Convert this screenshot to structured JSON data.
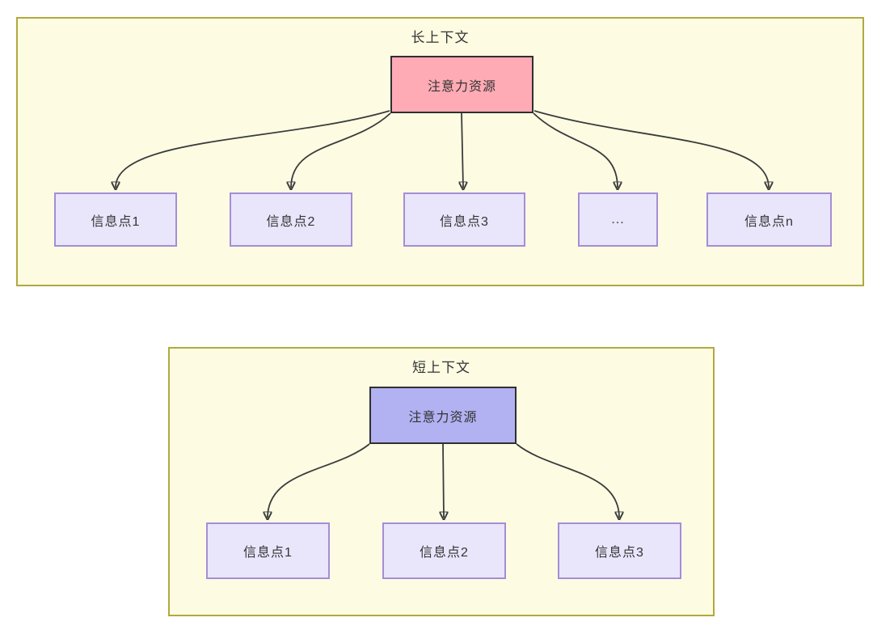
{
  "style": {
    "panel_fill": "#fdfce3",
    "panel_border": "#b1a93e",
    "info_node_fill": "#e9e6fc",
    "info_node_border": "#a58dd6",
    "source_node_border": "#2f2f2f",
    "arrow_color": "#3b3b3b",
    "text_color": "#333333"
  },
  "sections": [
    {
      "title": "长上下文",
      "source": {
        "label": "注意力资源",
        "fill": "#ffabb5"
      },
      "targets": [
        {
          "label": "信息点1"
        },
        {
          "label": "信息点2"
        },
        {
          "label": "信息点3"
        },
        {
          "label": "..."
        },
        {
          "label": "信息点n"
        }
      ]
    },
    {
      "title": "短上下文",
      "source": {
        "label": "注意力资源",
        "fill": "#b2b1f2"
      },
      "targets": [
        {
          "label": "信息点1"
        },
        {
          "label": "信息点2"
        },
        {
          "label": "信息点3"
        }
      ]
    }
  ]
}
